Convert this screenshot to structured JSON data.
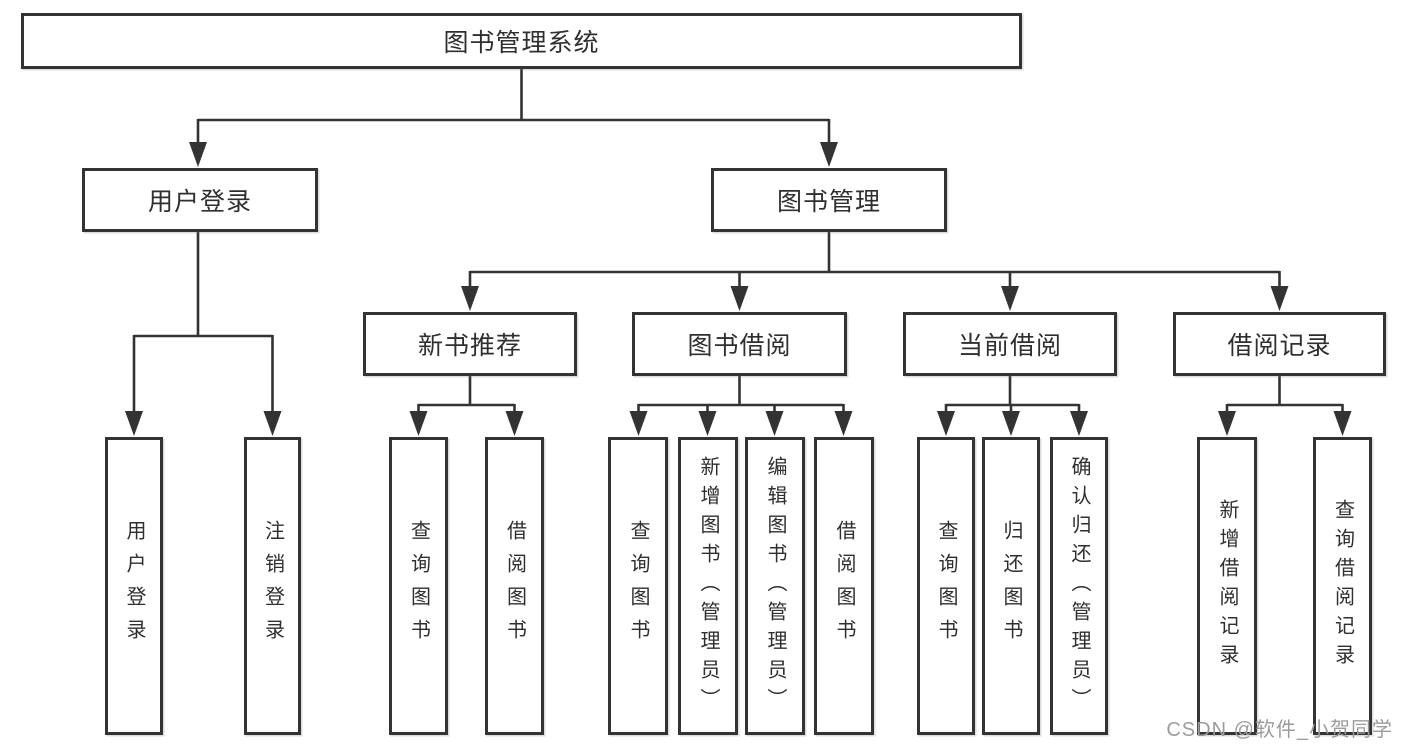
{
  "tree": {
    "root": "图书管理系统",
    "level1": [
      "用户登录",
      "图书管理"
    ],
    "level2": [
      "新书推荐",
      "图书借阅",
      "当前借阅",
      "借阅记录"
    ],
    "groups": [
      {
        "parent": "用户登录",
        "items": [
          "用户登录",
          "注销登录"
        ]
      },
      {
        "parent": "新书推荐",
        "items": [
          "查询图书",
          "借阅图书"
        ]
      },
      {
        "parent": "图书借阅",
        "items": [
          "查询图书",
          "新增图书（管理员）",
          "编辑图书（管理员）",
          "借阅图书"
        ]
      },
      {
        "parent": "当前借阅",
        "items": [
          "查询图书",
          "归还图书",
          "确认归还（管理员）"
        ]
      },
      {
        "parent": "借阅记录",
        "items": [
          "新增借阅记录",
          "查询借阅记录"
        ]
      }
    ]
  },
  "watermark": "CSDN @软件_小贺同学",
  "colors": {
    "line": "#333333",
    "text": "#2f2f2f",
    "watermark": "#9c9c9c",
    "background": "#ffffff"
  }
}
